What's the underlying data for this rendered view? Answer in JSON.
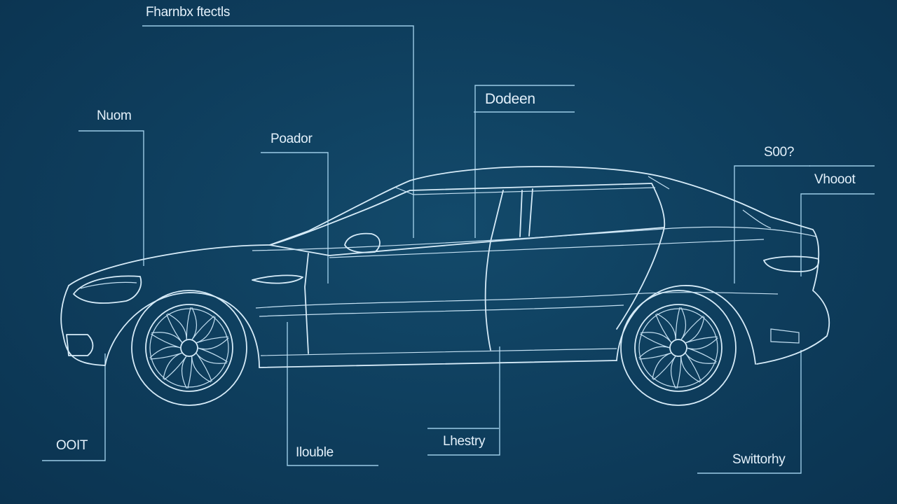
{
  "diagram": {
    "callouts": [
      {
        "id": "top",
        "text": "Fharnbx ftectls"
      },
      {
        "id": "left-upper",
        "text": "Nuom"
      },
      {
        "id": "center-upper",
        "text": "Poador"
      },
      {
        "id": "door",
        "text": "Dodeen"
      },
      {
        "id": "rear-upper",
        "text": "S00?"
      },
      {
        "id": "rear-right",
        "text": "Vhooot"
      },
      {
        "id": "front-lower",
        "text": "OOIT"
      },
      {
        "id": "sill",
        "text": "Ilouble"
      },
      {
        "id": "door-lower",
        "text": "Lhestry"
      },
      {
        "id": "rear-lower",
        "text": "Swittorhy"
      }
    ]
  },
  "colors": {
    "background": "#0e3d5c",
    "line": "#d6ebf8",
    "leader": "#9ccbe6"
  }
}
